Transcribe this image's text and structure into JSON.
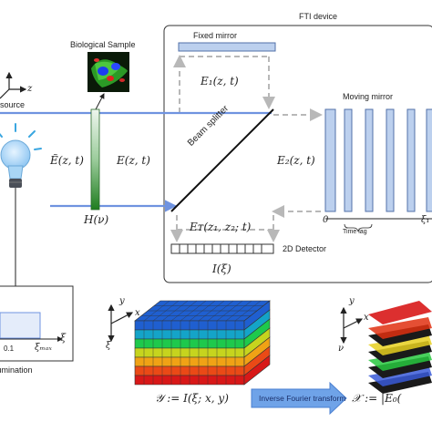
{
  "labels": {
    "fti_device": "FTI device",
    "fixed_mirror": "Fixed mirror",
    "moving_mirror": "Moving mirror",
    "biological_sample": "Biological Sample",
    "light_source": "Light source",
    "beam_splitter": "Beam splitter",
    "detector": "2D Detector",
    "time_lag": "Time lag",
    "illumination": "Illumination",
    "inverse_ft": "Inverse Fourier transform"
  },
  "math": {
    "E1": "E₁(z, t)",
    "E2": "E₂(z, t)",
    "E_tilde": "Ẽ(z, t)",
    "E_sample": "E(z, t)",
    "H": "H(ν)",
    "ET": "Eᴛ(z₁, z₂; t)",
    "I": "I(ξ)",
    "zero": "0",
    "xi1": "ξ₁",
    "xi_max": "ξₘₐₓ",
    "tick_left": "0.1",
    "axis_xi": "ξ",
    "Y_eq": "𝒴 := I(ξ; x, y)",
    "X_eq": "𝒳 := |E₀(",
    "axis_x": "x",
    "axis_y": "y",
    "axis_z": "z",
    "axis_nu": "ν"
  },
  "colors": {
    "beam": "#6f93e0",
    "dashed": "#b8b8b8",
    "mirror": "#bcd0ee",
    "mirror_border": "#5270a8",
    "filter_top": "#e9f4e9",
    "filter_bottom": "#2a8a2a",
    "arrow_box": "#6fa3e8"
  },
  "cube_colors": [
    "#1f5fd0",
    "#14a4c8",
    "#1ec94c",
    "#c6d41e",
    "#f0a215",
    "#ea4a16",
    "#d81818"
  ]
}
